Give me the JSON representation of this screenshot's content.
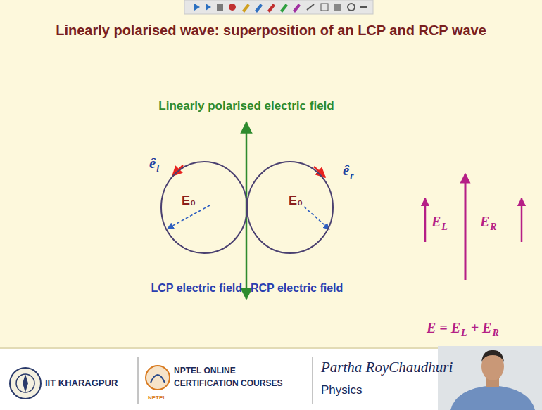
{
  "diagram": {
    "title": "Linearly polarised wave: superposition of an LCP and RCP wave",
    "nodes": [
      {
        "text": [
          "E₀",
          "LCP electric field"
        ]
      },
      {
        "text": [
          "E₀",
          "RCP electric field"
        ]
      }
    ],
    "labels": [
      "Linearly polarised electric field",
      "ê",
      "l",
      "ê",
      "r",
      "E",
      "L",
      "E",
      "R",
      "E = E",
      "L",
      "+ E",
      "R",
      "IIT KHARAGPUR",
      "NPTEL ONLINE",
      "CERTIFICATION COURSES",
      "NPTEL",
      "Partha RoyChaudhuri",
      "Physics"
    ]
  }
}
